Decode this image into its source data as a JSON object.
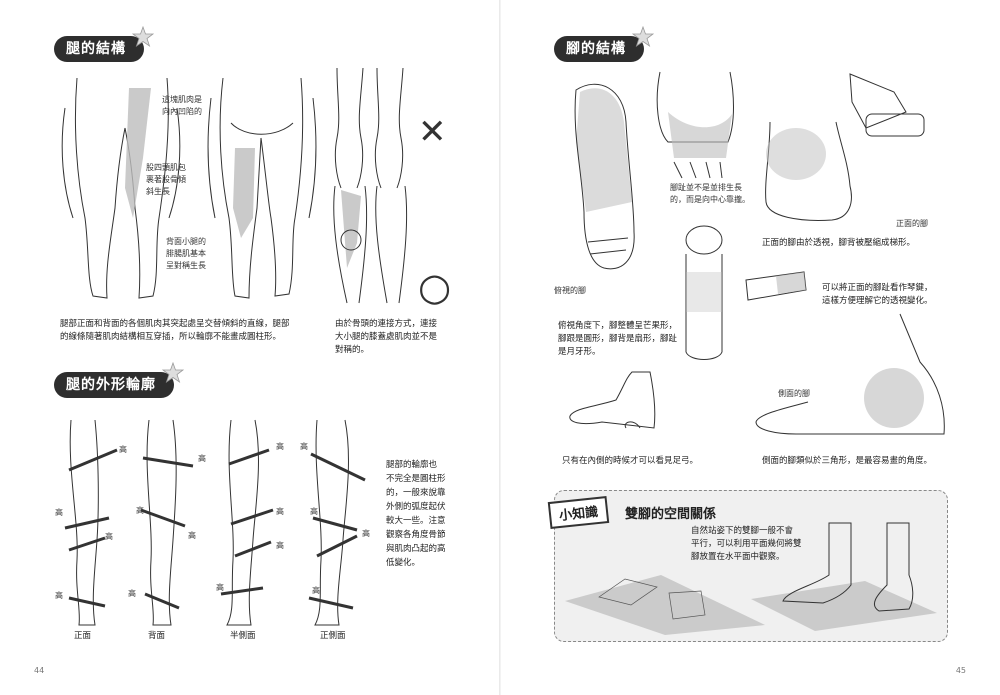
{
  "left": {
    "section1_title": "腿的結構",
    "note_muscle_concave": [
      "這塊肌肉是",
      "向內凹陷的"
    ],
    "note_quadriceps": [
      "股四頭肌包",
      "裹著股骨傾",
      "斜生長"
    ],
    "note_calf": [
      "背面小腿的",
      "腓腸肌基本",
      "呈對稱生長"
    ],
    "caption_structure": [
      "腿部正面和背面的各個肌肉其突起處呈交替傾斜的直線，腿部",
      "的線條隨著肌肉結構相互穿插，所以輪廓不能畫成圓柱形。"
    ],
    "caption_knee": [
      "由於骨頭的連接方式，連接",
      "大小腿的膝蓋處肌肉並不是",
      "對稱的。"
    ],
    "wrong_mark": "✕",
    "right_mark": "○",
    "section2_title": "腿的外形輪廓",
    "high_label": "高",
    "outline_note": [
      "腿部的輪廓也",
      "不完全是圓柱形",
      "的，一般來說靠",
      "外側的弧度起伏",
      "較大一些。注意",
      "觀察各角度骨節",
      "與肌肉凸起的高",
      "低變化。"
    ],
    "view_labels": [
      "正面",
      "背面",
      "半側面",
      "正側面"
    ],
    "page_number": "44"
  },
  "right": {
    "section_title": "腳的結構",
    "note_toes": [
      "腳趾並不是並排生長",
      "的，而是向中心靠攏。"
    ],
    "label_front_foot": "正面的腳",
    "caption_front_foot": "正面的腳由於透視，腳背被壓縮成梯形。",
    "label_top_view": "俯視的腳",
    "caption_piano": [
      "可以將正面的腳趾看作琴鍵，",
      "這樣方便理解它的透視變化。"
    ],
    "caption_top_view": [
      "俯視角度下，腳整體呈芒果形，",
      "腳跟是圓形，腳背是扇形，腳趾",
      "是月牙形。"
    ],
    "label_side_foot": "側面的腳",
    "caption_arch": "只有在內側的時候才可以看見足弓。",
    "caption_side": "側面的腳類似於三角形，是最容易畫的角度。",
    "tip_tag": "小知識",
    "tip_title": "雙腳的空間關係",
    "tip_text": [
      "自然站姿下的雙腳一般不會",
      "平行，可以利用平面幾何將雙",
      "腳放置在水平面中觀察。"
    ],
    "page_number": "45"
  }
}
